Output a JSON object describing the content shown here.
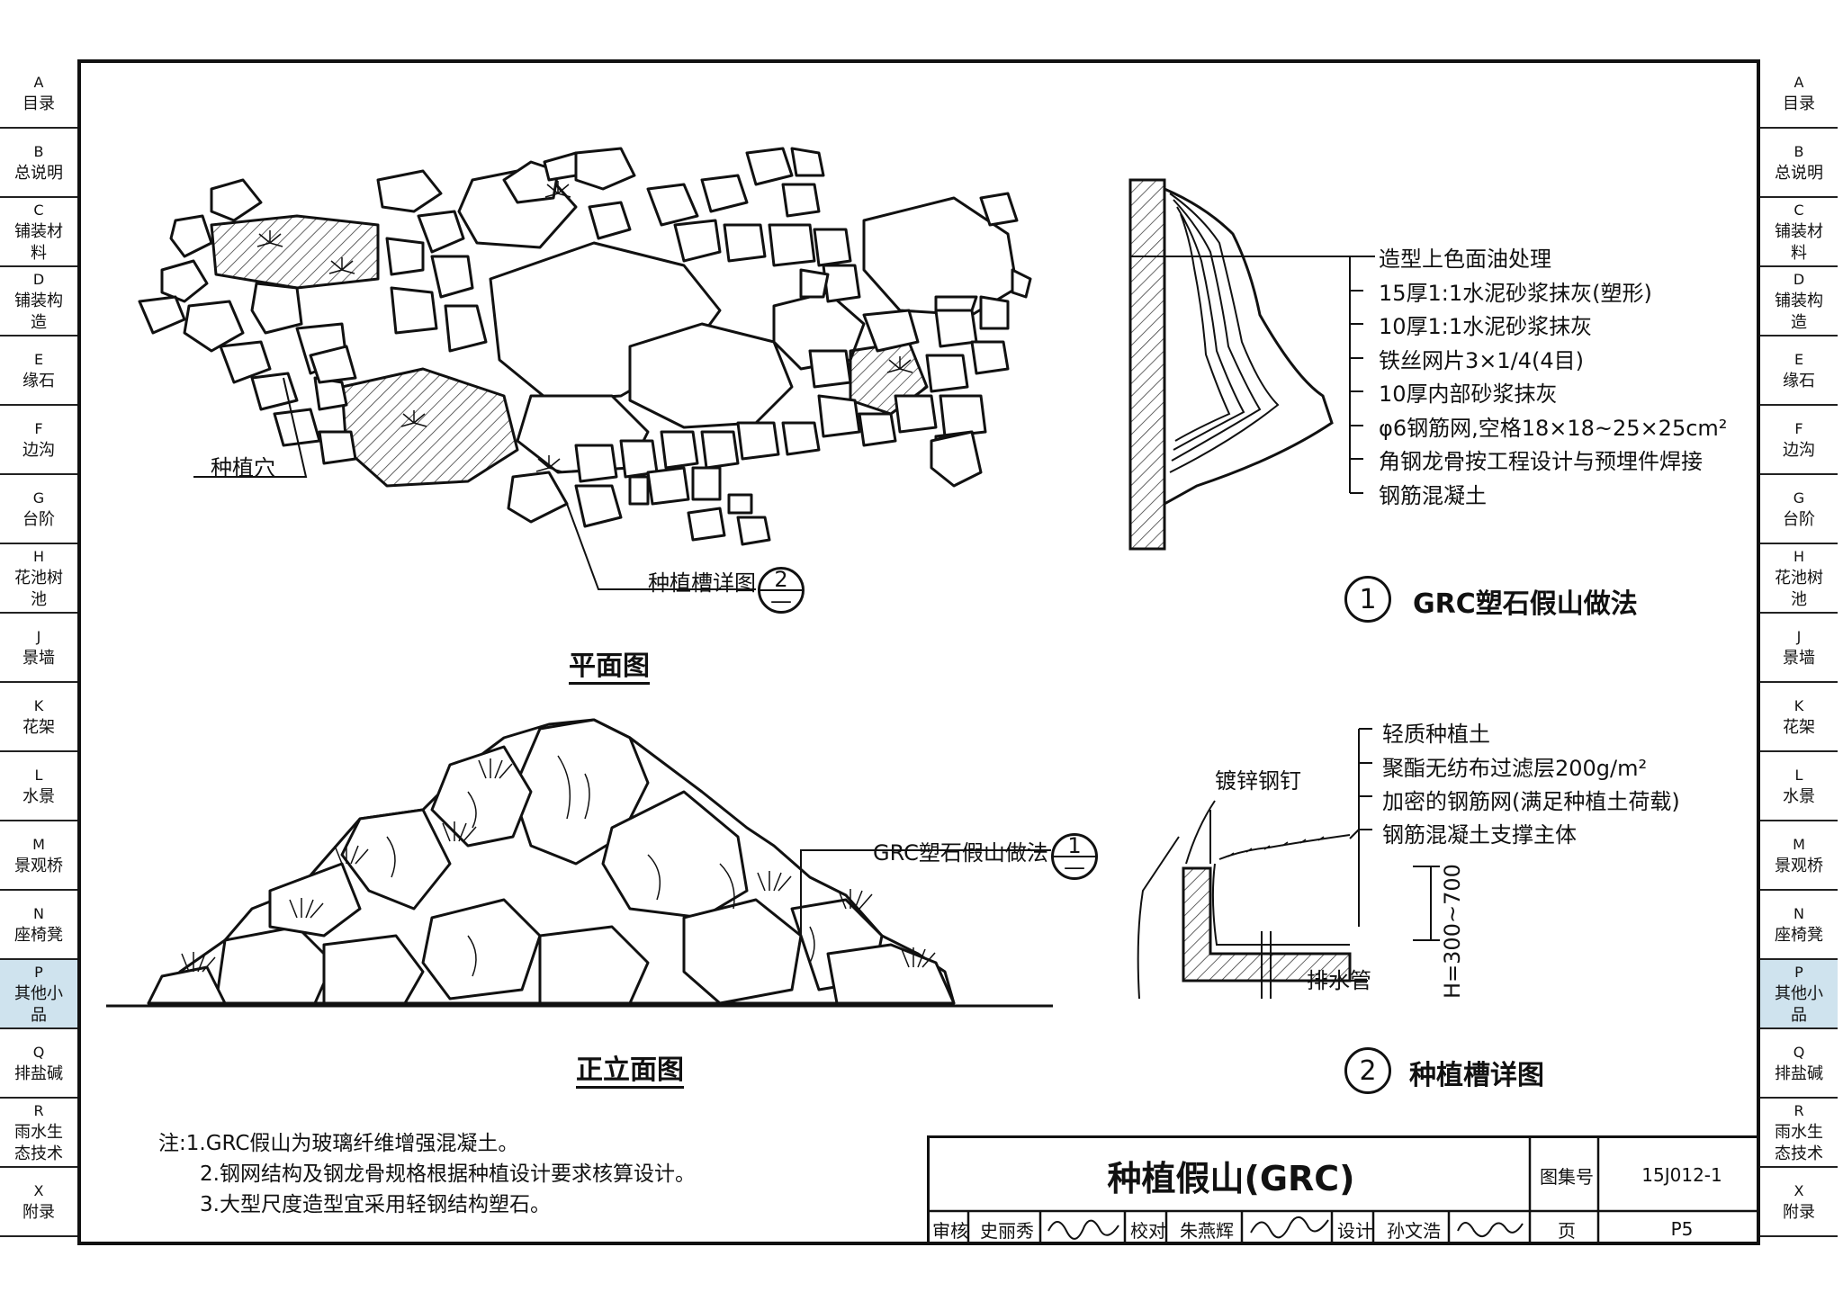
{
  "sidebar": [
    {
      "code": "A",
      "label": "目录"
    },
    {
      "code": "B",
      "label": "总说明"
    },
    {
      "code": "C",
      "label": "铺装材料"
    },
    {
      "code": "D",
      "label": "铺装构造"
    },
    {
      "code": "E",
      "label": "缘石"
    },
    {
      "code": "F",
      "label": "边沟"
    },
    {
      "code": "G",
      "label": "台阶"
    },
    {
      "code": "H",
      "label": "花池树池"
    },
    {
      "code": "J",
      "label": "景墙"
    },
    {
      "code": "K",
      "label": "花架"
    },
    {
      "code": "L",
      "label": "水景"
    },
    {
      "code": "M",
      "label": "景观桥"
    },
    {
      "code": "N",
      "label": "座椅凳"
    },
    {
      "code": "P",
      "label": "其他小品",
      "active": true
    },
    {
      "code": "Q",
      "label": "排盐碱"
    },
    {
      "code": "R",
      "label": "雨水生态技术"
    },
    {
      "code": "X",
      "label": "附录"
    }
  ],
  "plan": {
    "title": "平面图",
    "planting_hole_label": "种植穴",
    "detail_ref_label": "种植槽详图",
    "detail_ref_number": "2",
    "detail_ref_sheet": "—"
  },
  "elevation": {
    "title": "正立面图",
    "grc_ref_label": "GRC塑石假山做法",
    "grc_ref_number": "1",
    "grc_ref_sheet": "—"
  },
  "detail1": {
    "number": "1",
    "title": "GRC塑石假山做法",
    "layers": [
      "造型上色面油处理",
      "15厚1:1水泥砂浆抹灰(塑形)",
      "10厚1:1水泥砂浆抹灰",
      "铁丝网片3×1/4(4目)",
      "10厚内部砂浆抹灰",
      "φ6钢筋网,空格18×18~25×25cm²",
      "角钢龙骨按工程设计与预埋件焊接",
      "钢筋混凝土"
    ]
  },
  "detail2": {
    "number": "2",
    "title": "种植槽详图",
    "layers": [
      "轻质种植土",
      "聚酯无纺布过滤层200g/m²",
      "加密的钢筋网(满足种植土荷载)",
      "钢筋混凝土支撑主体"
    ],
    "nail_label": "镀锌钢钉",
    "drain_label": "排水管",
    "height_label": "H=300~700"
  },
  "notes": [
    "注:1.GRC假山为玻璃纤维增强混凝土。",
    "2.钢网结构及钢龙骨规格根据种植设计要求核算设计。",
    "3.大型尺度造型宜采用轻钢结构塑石。"
  ],
  "titleblock": {
    "title": "种植假山(GRC)",
    "atlas_label": "图集号",
    "atlas_no": "15J012-1",
    "review_label": "审核",
    "reviewer": "史丽秀",
    "check_label": "校对",
    "checker": "朱燕辉",
    "design_label": "设计",
    "designer": "孙文浩",
    "page_label": "页",
    "page_no": "P5"
  }
}
